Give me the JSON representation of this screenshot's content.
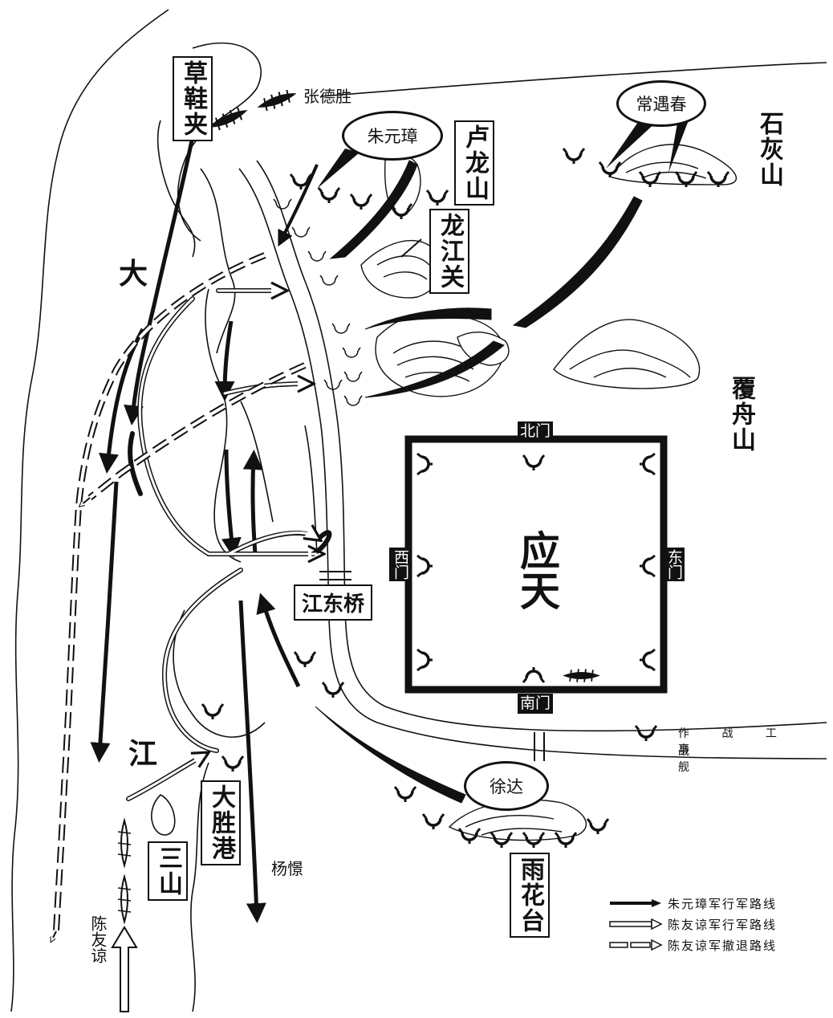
{
  "map": {
    "places": {
      "caoxiejia": "草鞋夹",
      "lulongshan": "卢龙山",
      "longjiangguan": "龙江关",
      "shihuishan": "石灰山",
      "fuzhoushan": "覆舟山",
      "jiangdongqiao": "江东桥",
      "dashenggang": "大胜港",
      "sanshan": "三山",
      "yuhuatai": "雨花台",
      "da": "大",
      "jiang": "江"
    },
    "city": {
      "name": "应天",
      "north_gate": "北门",
      "south_gate": "南门",
      "west_gate": "西门",
      "east_gate": "东门"
    },
    "commanders": {
      "zhu_yuanzhang": "朱元璋",
      "chang_yuchun": "常遇春",
      "xu_da": "徐达",
      "zhang_desheng": "张德胜",
      "yang_jing": "杨憬",
      "chen_youliang": "陈友谅"
    },
    "key": {
      "fortification": "作 战 工 事",
      "warship": "战 舰"
    },
    "legend": [
      {
        "label": "朱元璋军行军路线",
        "style": "solid"
      },
      {
        "label": "陈友谅军行军路线",
        "style": "hollow"
      },
      {
        "label": "陈友谅军撤退路线",
        "style": "dashed"
      }
    ]
  }
}
